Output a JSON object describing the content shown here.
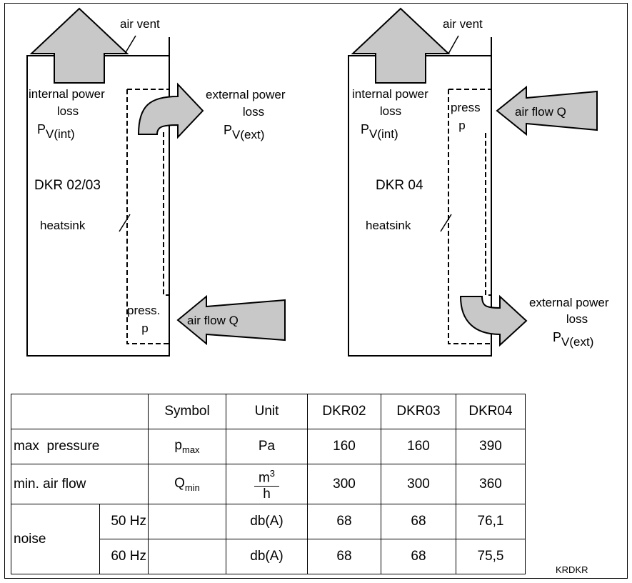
{
  "left_diagram": {
    "air_vent": "air vent",
    "internal_loss_line1": "internal power",
    "internal_loss_line2": "loss",
    "internal_loss_symbol": "P",
    "internal_loss_sub": "V(int)",
    "external_loss_line1": "external power",
    "external_loss_line2": "loss",
    "external_loss_symbol": "P",
    "external_loss_sub": "V(ext)",
    "model": "DKR 02/03",
    "heatsink": "heatsink",
    "press_line1": "press.",
    "press_line2": "p",
    "air_flow": "air flow Q"
  },
  "right_diagram": {
    "air_vent": "air vent",
    "internal_loss_line1": "internal power",
    "internal_loss_line2": "loss",
    "internal_loss_symbol": "P",
    "internal_loss_sub": "V(int)",
    "press_line1": "press",
    "press_line2": "p",
    "air_flow": "air flow Q",
    "model": "DKR 04",
    "heatsink": "heatsink",
    "external_loss_line1": "external power",
    "external_loss_line2": "loss",
    "external_loss_symbol": "P",
    "external_loss_sub": "V(ext)"
  },
  "table": {
    "headers": [
      "",
      "Symbol",
      "Unit",
      "DKR02",
      "DKR03",
      "DKR04"
    ],
    "max_pressure": {
      "label": "max  pressure",
      "symbol": "p",
      "symbol_sub": "max",
      "unit": "Pa",
      "values": [
        "160",
        "160",
        "390"
      ]
    },
    "min_air_flow": {
      "label": "min. air flow",
      "symbol": "Q",
      "symbol_sub": "min",
      "unit_num": "m",
      "unit_num_sup": "3",
      "unit_den": "h",
      "values": [
        "300",
        "300",
        "360"
      ]
    },
    "noise": {
      "label": "noise",
      "rows": [
        {
          "freq": "50 Hz",
          "unit": "db(A)",
          "values": [
            "68",
            "68",
            "76,1"
          ]
        },
        {
          "freq": "60 Hz",
          "unit": "db(A)",
          "values": [
            "68",
            "68",
            "75,5"
          ]
        }
      ]
    }
  },
  "code": "KRDKR",
  "colors": {
    "arrow_fill": "#c8c8c8",
    "line": "#000000"
  }
}
